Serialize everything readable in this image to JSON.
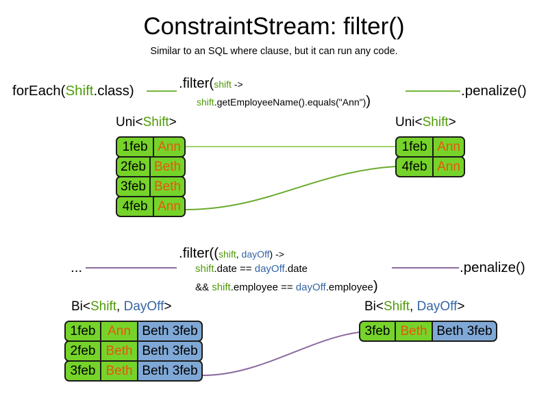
{
  "header": {
    "title": "ConstraintStream: filter()",
    "subtitle": "Similar to an SQL where clause, but it can run any code."
  },
  "colors": {
    "shift_green": "#4e9a06",
    "dayoff_blue": "#3465a4",
    "card_green": "#76d32a",
    "card_blue": "#7fa8d6",
    "name_orange": "#e8550d",
    "wire_green": "#73b53a",
    "wire_purple": "#8b6a9e",
    "card_border": "#1a1a1a"
  },
  "row_uni": {
    "source_label": {
      "prefix": "forEach(",
      "type": "Shift",
      "suffix": ".class)"
    },
    "filter": {
      "line1_head": ".filter(",
      "line1_param": "shift",
      "line1_arrow": " ->",
      "line2_param": "shift",
      "line2_body": ".getEmployeeName().equals(\"Ann\")",
      "close_paren": ")"
    },
    "terminal_label": ".penalize()",
    "input": {
      "type_label_prefix": "Uni<",
      "type_label_type": "Shift",
      "type_label_suffix": ">",
      "cards": [
        {
          "date": "1feb",
          "name": "Ann"
        },
        {
          "date": "2feb",
          "name": "Beth"
        },
        {
          "date": "3feb",
          "name": "Beth"
        },
        {
          "date": "4feb",
          "name": "Ann"
        }
      ]
    },
    "output": {
      "type_label_prefix": "Uni<",
      "type_label_type": "Shift",
      "type_label_suffix": ">",
      "cards": [
        {
          "date": "1feb",
          "name": "Ann"
        },
        {
          "date": "4feb",
          "name": "Ann"
        }
      ]
    }
  },
  "row_bi": {
    "source_label": "...",
    "filter": {
      "line1_head": ".filter((",
      "line1_param1": "shift",
      "line1_comma": ", ",
      "line1_param2": "dayOff",
      "line1_arrow": ") ->",
      "line2_param1": "shift",
      "line2_mid": ".date == ",
      "line2_param2": "dayOff",
      "line2_tail": ".date",
      "line3_head": "&& ",
      "line3_param1": "shift",
      "line3_mid": ".employee == ",
      "line3_param2": "dayOff",
      "line3_tail": ".employee",
      "close_paren": ")"
    },
    "terminal_label": ".penalize()",
    "input": {
      "type_label_prefix": "Bi<",
      "type_label_type1": "Shift",
      "type_label_comma": ", ",
      "type_label_type2": "DayOff",
      "type_label_suffix": ">",
      "cards": [
        {
          "date": "1feb",
          "name": "Ann",
          "dayoff": "Beth 3feb"
        },
        {
          "date": "2feb",
          "name": "Beth",
          "dayoff": "Beth 3feb"
        },
        {
          "date": "3feb",
          "name": "Beth",
          "dayoff": "Beth 3feb"
        }
      ]
    },
    "output": {
      "type_label_prefix": "Bi<",
      "type_label_type1": "Shift",
      "type_label_comma": ", ",
      "type_label_type2": "DayOff",
      "type_label_suffix": ">",
      "cards": [
        {
          "date": "3feb",
          "name": "Beth",
          "dayoff": "Beth 3feb"
        }
      ]
    }
  }
}
